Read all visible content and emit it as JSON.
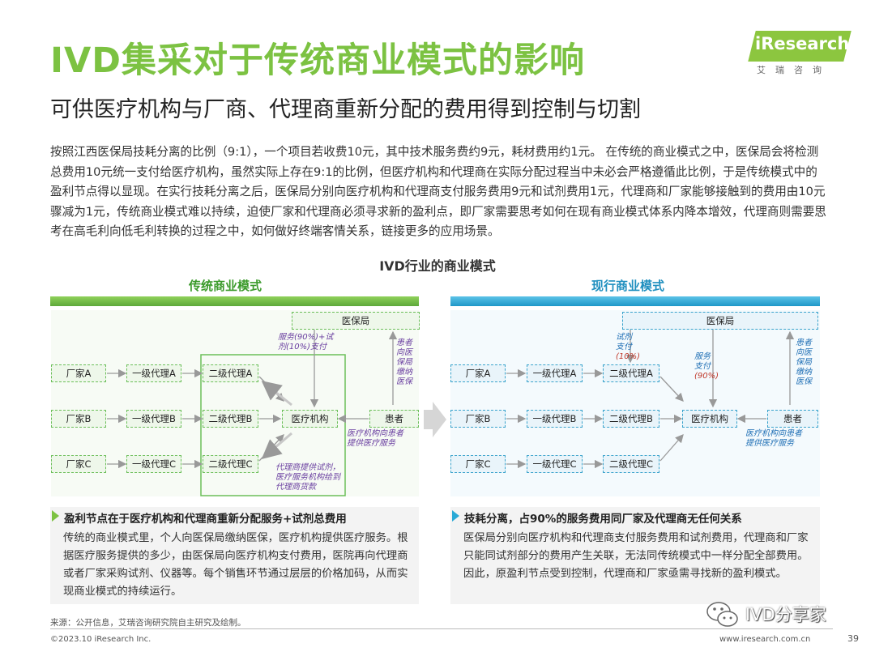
{
  "header": {
    "title": "IVD集采对于传统商业模式的影响",
    "subtitle": "可供医疗机构与厂商、代理商重新分配的费用得到控制与切割",
    "logo_text": "iResearch",
    "logo_sub": "艾瑞咨询"
  },
  "intro": "按照江西医保局技耗分离的比例（9:1），一个项目若收费10元，其中技术服务费约9元，耗材费用约1元。 在传统的商业模式之中，医保局会将检测总费用10元统一支付给医疗机构，虽然实际上存在9:1的比例，但医疗机构和代理商在实际分配过程当中未必会严格遵循此比例，于是传统模式中的盈利节点得以显现。在实行技耗分离之后，医保局分别向医疗机构和代理商支付服务费用9元和试剂费用1元，代理商和厂家能够接触到的费用由10元骤减为1元，传统商业模式难以持续，迫使厂家和代理商必须寻求新的盈利点，即厂家需要思考如何在现有商业模式体系内降本增效，代理商则需要思考在高毛利向低毛利转换的过程之中，如何做好终端客情关系，链接更多的应用场景。",
  "diagram": {
    "title": "IVD行业的商业模式",
    "left": {
      "heading": "传统商业模式",
      "color": "#7cc242",
      "nodes": {
        "a": "厂家A",
        "b": "厂家B",
        "c": "厂家C",
        "l1a": "一级代理A",
        "l1b": "一级代理B",
        "l1c": "一级代理C",
        "l2a": "二级代理A",
        "l2b": "二级代理B",
        "l2c": "二级代理C",
        "hosp": "医疗机构",
        "patient": "患者",
        "insurer": "医保局"
      },
      "note_pay": [
        "服务(90%)+试",
        "剂(10%)支付"
      ],
      "note_patient": [
        "患者",
        "向医",
        "保局",
        "缴纳",
        "医保"
      ],
      "note_service": [
        "医疗机构向患者",
        "提供医疗服务"
      ],
      "note_agent": [
        "代理商提供试剂，",
        "医疗服务机构给到",
        "代理商货款"
      ]
    },
    "right": {
      "heading": "现行商业模式",
      "color": "#29a9d6",
      "nodes": {
        "a": "厂家A",
        "b": "厂家B",
        "c": "厂家C",
        "l1a": "一级代理A",
        "l1b": "一级代理B",
        "l1c": "一级代理C",
        "l2a": "二级代理A",
        "l2b": "二级代理B",
        "l2c": "二级代理C",
        "hosp": "医疗机构",
        "patient": "患者",
        "insurer": "医保局"
      },
      "note_reagent": [
        "试剂",
        "支付",
        "(10%)"
      ],
      "note_service_pay": [
        "服务",
        "支付",
        "(90%)"
      ],
      "note_patient": [
        "患者",
        "向医",
        "保局",
        "缴纳",
        "医保"
      ],
      "note_service": [
        "医疗机构向患者",
        "提供医疗服务"
      ]
    }
  },
  "panels": {
    "left": {
      "title": "盈利节点在于医疗机构和代理商重新分配服务+试剂总费用",
      "body": "传统的商业模式里，个人向医保局缴纳医保，医疗机构提供医疗服务。根据医疗服务提供的多少，由医保局向医疗机构支付费用，医院再向代理商或者厂家采购试剂、仪器等。每个销售环节通过层层的价格加码，从而实现商业模式的持续运行。"
    },
    "right": {
      "title": "技耗分离，占90%的服务费用同厂家及代理商无任何关系",
      "body": "医保局分别向医疗机构和代理商支付服务费用和试剂费用，代理商和厂家只能同试剂部分的费用产生关联，无法同传统模式中一样分配全部费用。因此，原盈利节点受到控制，代理商和厂家亟需寻找新的盈利模式。"
    }
  },
  "footer": {
    "source": "来源：公开信息，艾瑞咨询研究院自主研究及绘制。",
    "copyright": "©2023.10 iResearch Inc.",
    "site": "www.iresearch.com.cn",
    "page": "39",
    "watermark": "IVD分享家"
  }
}
